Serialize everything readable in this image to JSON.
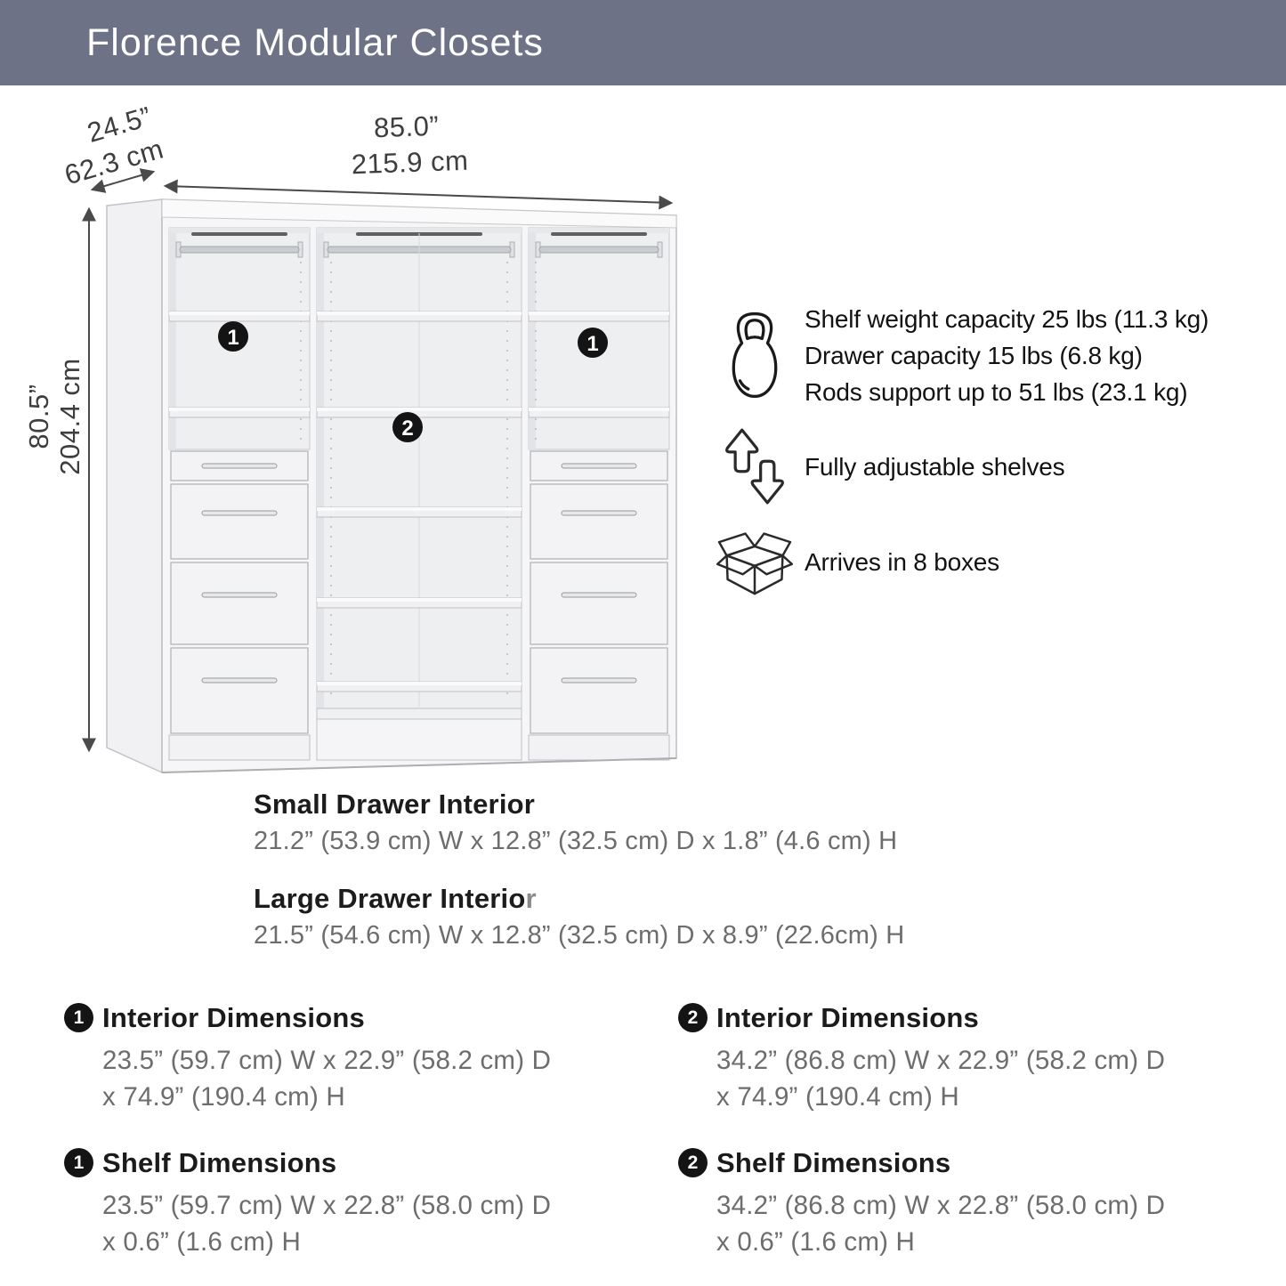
{
  "header": {
    "title": "Florence Modular Closets",
    "bg": "#6d7286",
    "fg": "#ffffff"
  },
  "diagram": {
    "labels": {
      "depth_in": "24.5”",
      "depth_cm": "62.3 cm",
      "width_in": "85.0”",
      "width_cm": "215.9 cm",
      "height_in": "80.5”",
      "height_cm": "204.4 cm"
    },
    "badges": {
      "one": "1",
      "two": "2"
    },
    "colors": {
      "arrow": "#4a4a4a",
      "label": "#3e3e3e",
      "badge_bg": "#141414",
      "badge_fg": "#ffffff"
    }
  },
  "features": [
    {
      "icon": "kettlebell-icon",
      "lines": [
        "Shelf weight capacity 25 lbs (11.3 kg)",
        "Drawer capacity 15 lbs (6.8 kg)",
        "Rods support up to 51 lbs (23.1 kg)"
      ]
    },
    {
      "icon": "adjustable-shelves-icon",
      "lines": [
        "Fully adjustable shelves"
      ]
    },
    {
      "icon": "open-box-icon",
      "lines": [
        "Arrives in 8 boxes"
      ]
    }
  ],
  "drawer_specs": [
    {
      "title": "Small Drawer Interior",
      "title_tail": "",
      "dims": "21.2” (53.9 cm) W x 12.8” (32.5 cm) D x 1.8” (4.6 cm) H"
    },
    {
      "title": "Large Drawer Interio",
      "title_tail": "r",
      "dims": "21.5” (54.6 cm) W x 12.8” (32.5 cm) D x 8.9” (22.6cm) H"
    }
  ],
  "sections": [
    {
      "badge": "1",
      "title": "Interior Dimensions",
      "line1": "23.5” (59.7 cm) W x 22.9” (58.2 cm) D",
      "line2": "x 74.9” (190.4 cm) H"
    },
    {
      "badge": "2",
      "title": "Interior Dimensions",
      "line1": "34.2” (86.8 cm) W x 22.9” (58.2 cm) D",
      "line2": "x 74.9” (190.4 cm) H"
    },
    {
      "badge": "1",
      "title": "Shelf Dimensions",
      "line1": "23.5” (59.7 cm) W x 22.8” (58.0 cm) D",
      "line2": "x 0.6” (1.6 cm) H"
    },
    {
      "badge": "2",
      "title": "Shelf Dimensions",
      "line1": "34.2” (86.8 cm) W x 22.8” (58.0 cm) D",
      "line2": "x 0.6” (1.6 cm) H"
    }
  ]
}
